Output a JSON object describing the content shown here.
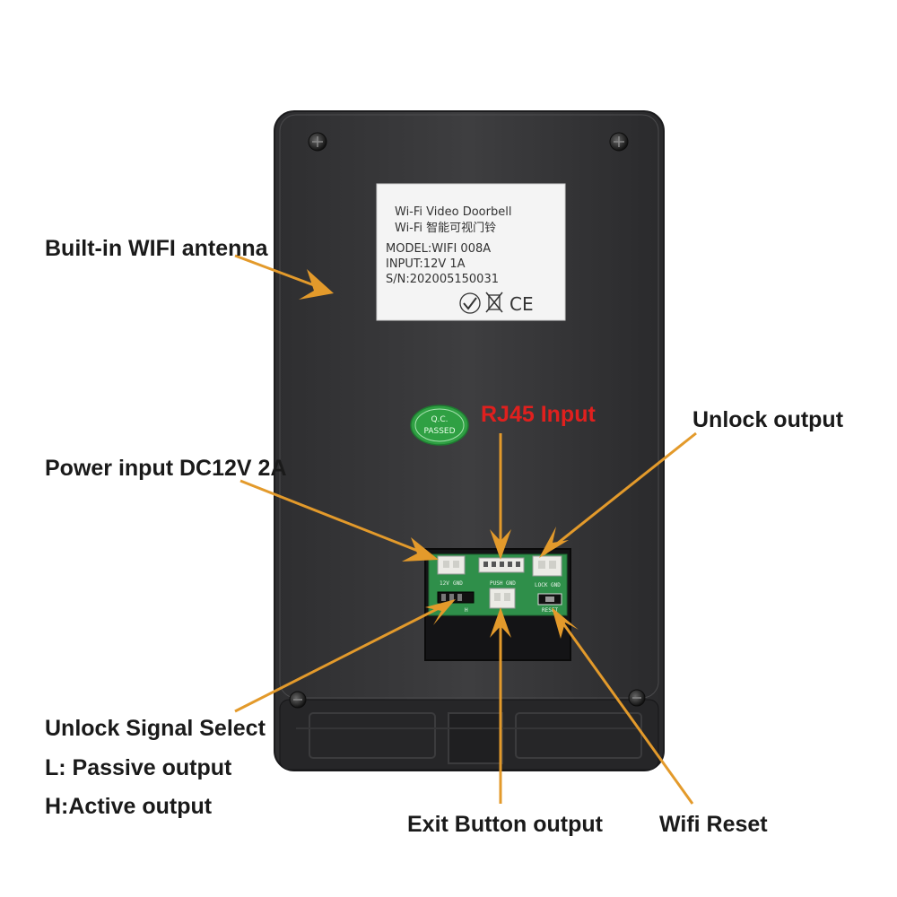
{
  "device_label": {
    "line1": "Wi-Fi  Video Doorbell",
    "line2": "Wi-Fi 智能可视门铃",
    "model": "MODEL:WIFI 008A",
    "input": "INPUT:12V 1A",
    "serial": "S/N:202005150031",
    "ce_mark": "CE"
  },
  "qc_badge": {
    "line1": "Q.C.",
    "line2": "PASSED"
  },
  "board_silkscreen": {
    "s1": "12V",
    "s2": "GND",
    "s3": "PUSH",
    "s4": "GND",
    "s5": "LOCK",
    "s6": "GND",
    "s7": "RESET",
    "s8": "H"
  },
  "callouts": {
    "antenna": "Built-in WIFI antenna",
    "rj45": "RJ45 Input",
    "unlock_output": "Unlock output",
    "power": "Power input DC12V 2A",
    "unlock_signal_select": "Unlock Signal Select",
    "passive": "L: Passive output",
    "active": "H:Active output",
    "exit_button": "Exit Button output",
    "wifi_reset": "Wifi Reset"
  },
  "colors": {
    "arrow": "#e39a2b",
    "rj45_label": "#e0201e",
    "housing": "#3a3a3c",
    "qc_badge": "#2fa043",
    "pcb": "#2f8f4a"
  }
}
